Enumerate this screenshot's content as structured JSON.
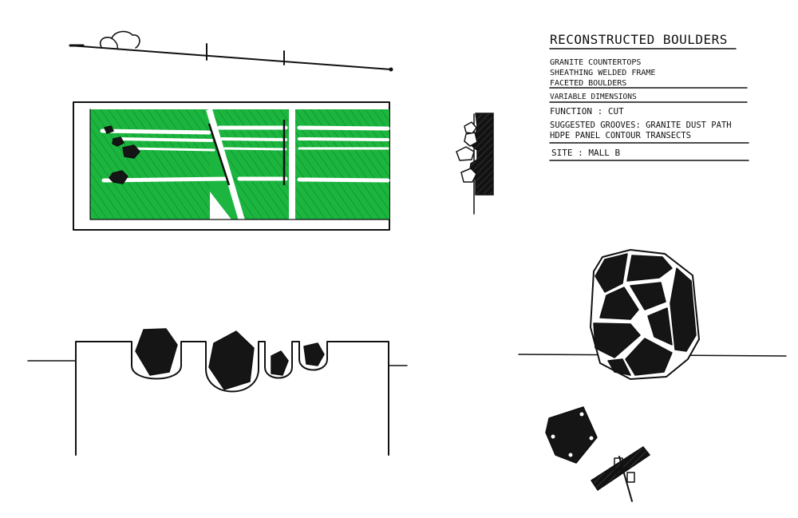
{
  "notes": {
    "title": "RECONSTRUCTED BOULDERS",
    "materials": [
      "GRANITE COUNTERTOPS",
      "SHEATHING WELDED FRAME",
      "FACETED BOULDERS"
    ],
    "dimensions": "VARIABLE DIMENSIONS",
    "function": "FUNCTION : CUT",
    "grooves": [
      "SUGGESTED GROOVES: GRANITE DUST PATH",
      "HDPE PANEL CONTOUR TRANSECTS"
    ],
    "site": "SITE : MALL B"
  },
  "colors": {
    "ink": "#111111",
    "turf": "#1bb53f",
    "turf_dark": "#129b30",
    "stripe": "#ffffff",
    "paper": "#ffffff"
  }
}
